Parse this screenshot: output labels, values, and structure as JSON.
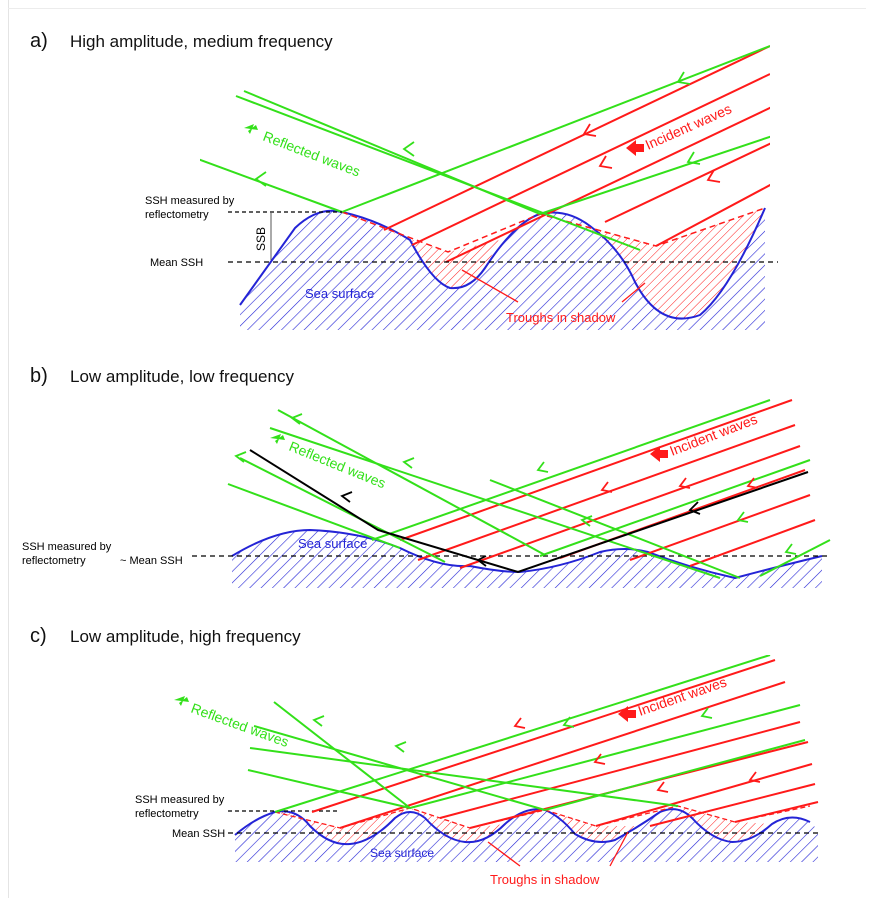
{
  "panels": [
    {
      "id": "a",
      "letter": "a)",
      "title": "High amplitude, medium frequency"
    },
    {
      "id": "b",
      "letter": "b)",
      "title": "Low amplitude, low frequency"
    },
    {
      "id": "c",
      "letter": "c)",
      "title": "Low amplitude, high frequency"
    }
  ],
  "labels": {
    "incident_waves": "Incident waves",
    "reflected_waves": "Reflected waves",
    "sea_surface": "Sea surface",
    "troughs_in_shadow": "Troughs in shadow",
    "ssh_measured_line1": "SSH measured by",
    "ssh_measured_line2": "reflectometry",
    "mean_ssh": "Mean SSH",
    "approx_mean_ssh": "~ Mean SSH",
    "ssb": "SSB"
  },
  "colors": {
    "incident": "#ff1a1a",
    "reflected": "#33e01a",
    "sea": "#2424d6",
    "black_ray": "#000000"
  }
}
